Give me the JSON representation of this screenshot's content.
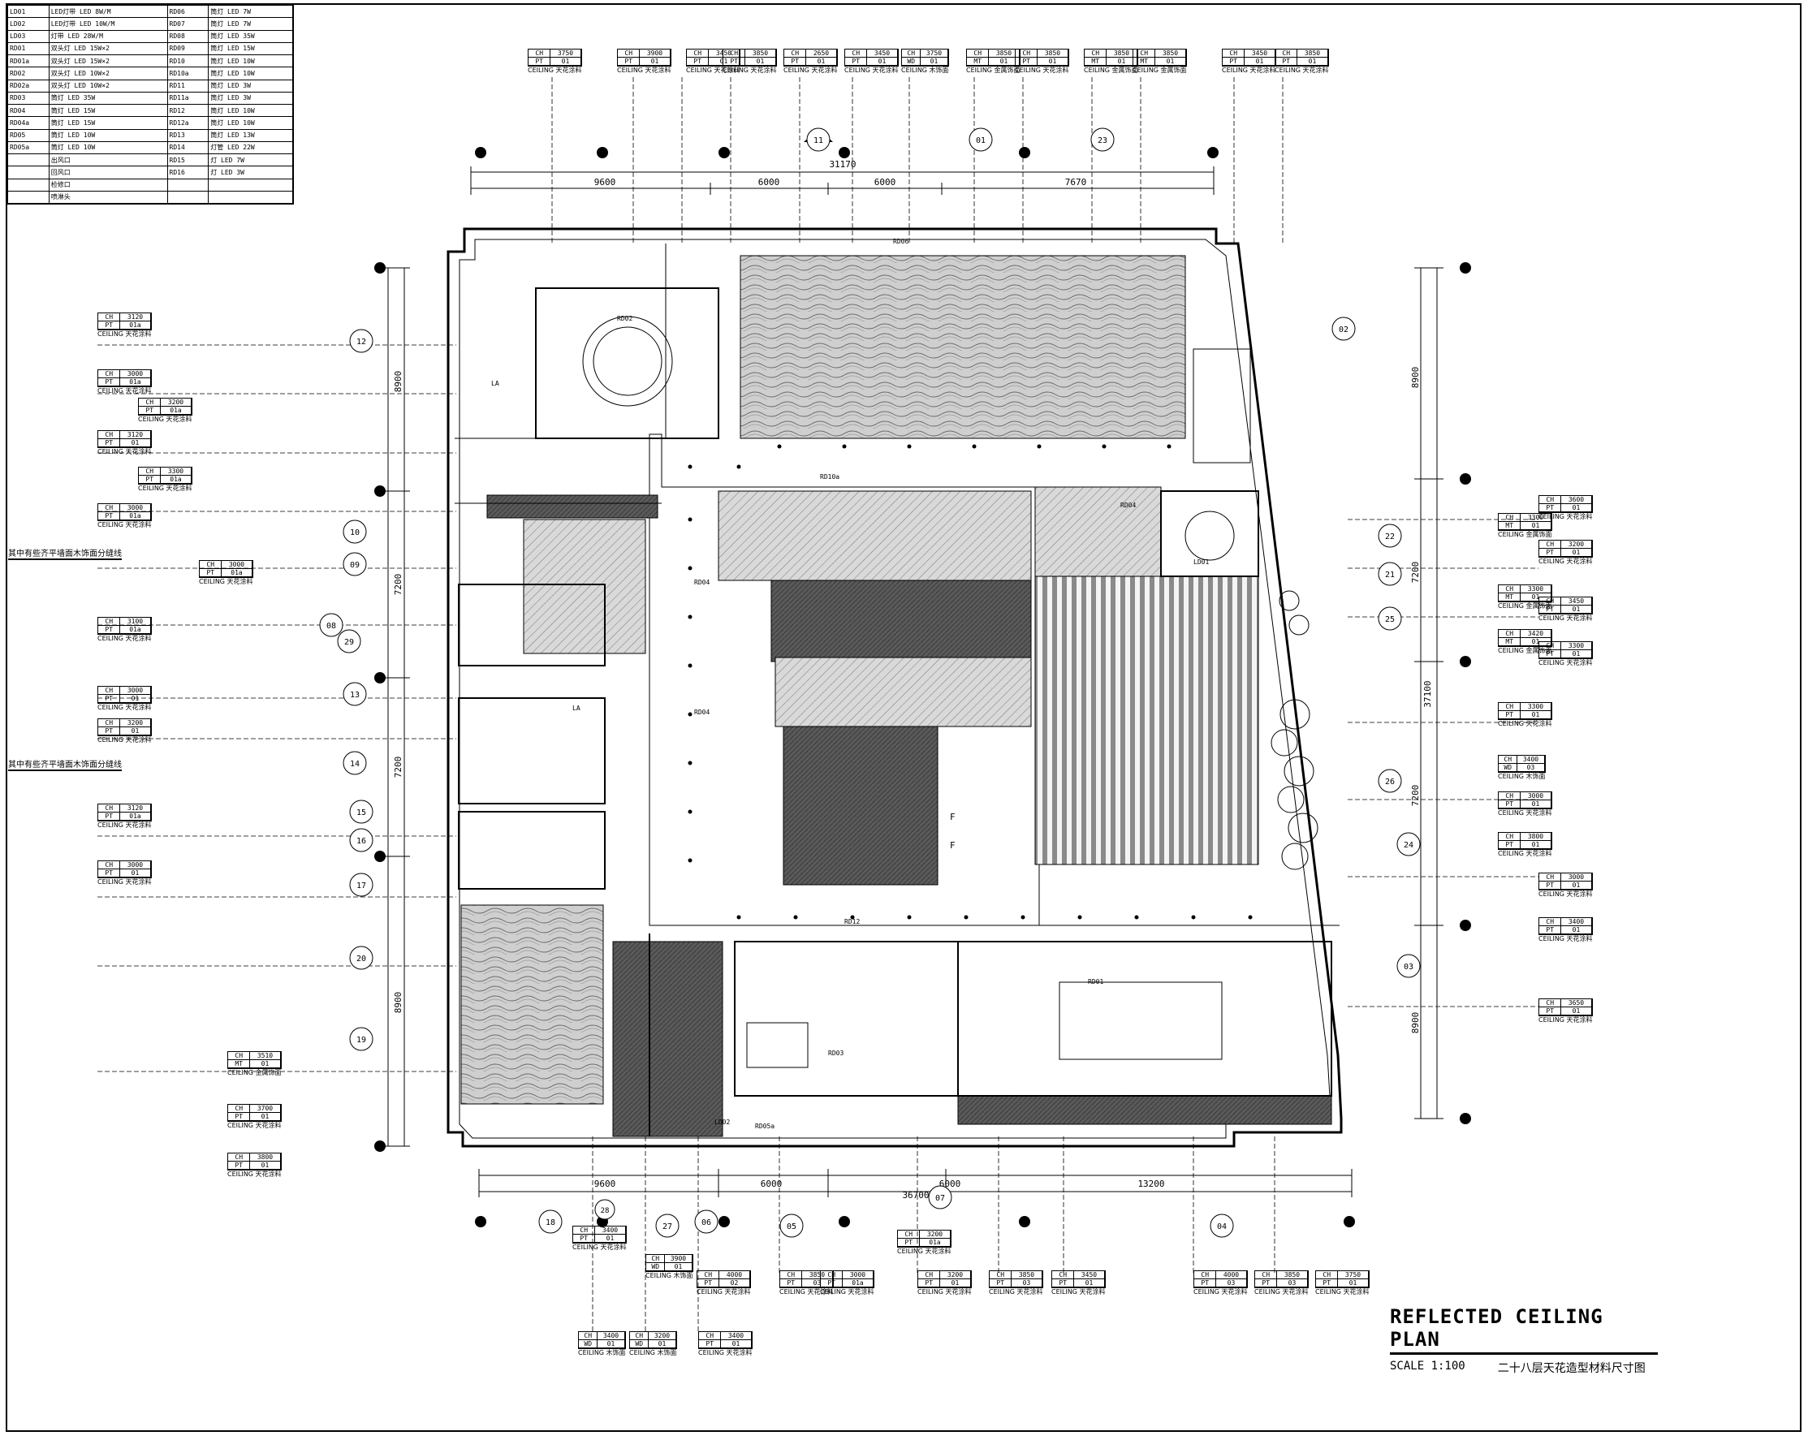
{
  "title": {
    "main": "REFLECTED CEILING PLAN",
    "scale": "SCALE 1:100",
    "subtitle_cn": "二十八层天花造型材料尺寸图"
  },
  "legend": [
    [
      "LD01",
      "LED灯带 LED 8W/M",
      "RD06",
      "筒灯 LED 7W"
    ],
    [
      "LD02",
      "LED灯带 LED 10W/M",
      "RD07",
      "筒灯 LED 7W"
    ],
    [
      "LD03",
      "灯带 LED 28W/M",
      "RD08",
      "筒灯 LED 35W"
    ],
    [
      "RD01",
      "双头灯 LED 15W×2",
      "RD09",
      "筒灯 LED 15W"
    ],
    [
      "RD01a",
      "双头灯 LED 15W×2",
      "RD10",
      "筒灯 LED 10W"
    ],
    [
      "RD02",
      "双头灯 LED 10W×2",
      "RD10a",
      "筒灯 LED 10W"
    ],
    [
      "RD02a",
      "双头灯 LED 10W×2",
      "RD11",
      "筒灯 LED 3W"
    ],
    [
      "RD03",
      "筒灯 LED 35W",
      "RD11a",
      "筒灯 LED 3W"
    ],
    [
      "RD04",
      "筒灯 LED 15W",
      "RD12",
      "筒灯 LED 10W"
    ],
    [
      "RD04a",
      "筒灯 LED 15W",
      "RD12a",
      "筒灯 LED 10W"
    ],
    [
      "RD05",
      "筒灯 LED 10W",
      "RD13",
      "筒灯 LED 13W"
    ],
    [
      "RD05a",
      "筒灯 LED 10W",
      "RD14",
      "灯管 LED 22W"
    ],
    [
      "",
      "出风口",
      "RD15",
      "灯 LED 7W"
    ],
    [
      "",
      "回风口",
      "RD16",
      "灯 LED 3W"
    ],
    [
      "",
      "检修口",
      "",
      ""
    ],
    [
      "",
      "喷淋头",
      "",
      ""
    ]
  ],
  "notes": {
    "note_a": "其中有些齐平墙面木饰面分缝线",
    "note_b": "其中有些齐平墙面木饰面分缝线"
  },
  "dimensions": {
    "top_total": "31170",
    "top_segments": [
      "9600",
      "6000",
      "6000",
      "7670"
    ],
    "bottom_total": "36700",
    "bottom_segments": [
      "9600",
      "6000",
      "6000",
      "13200"
    ],
    "right_total": "37100",
    "right_segments": [
      "8900",
      "7200",
      "7200",
      "8900"
    ],
    "left_segments": [
      "8900",
      "7200",
      "7200",
      "8900"
    ]
  },
  "section_markers": {
    "top": [
      "11",
      "01",
      "23"
    ],
    "bottom": [
      "18",
      "28",
      "27",
      "06",
      "05",
      "07",
      "04"
    ],
    "left": [
      "12",
      "10",
      "09",
      "08",
      "29",
      "13",
      "14",
      "15",
      "16",
      "17",
      "20",
      "19"
    ],
    "right": [
      "02",
      "22",
      "21",
      "25",
      "26",
      "24",
      "03"
    ]
  },
  "callouts_top": [
    {
      "ch": "CH",
      "h": "3750",
      "m": "PT",
      "n": "01",
      "lbl": "CEILING 天花涂料"
    },
    {
      "ch": "CH",
      "h": "3900",
      "m": "PT",
      "n": "01",
      "lbl": "CEILING 天花涂料"
    },
    {
      "ch": "CH",
      "h": "3450",
      "m": "PT",
      "n": "01",
      "lbl": "CEILING 天花涂料"
    },
    {
      "ch": "CH",
      "h": "3850",
      "m": "PT",
      "n": "01",
      "lbl": "CEILING 天花涂料"
    },
    {
      "ch": "CH",
      "h": "2650",
      "m": "PT",
      "n": "01",
      "lbl": "CEILING 天花涂料"
    },
    {
      "ch": "CH",
      "h": "3450",
      "m": "PT",
      "n": "01",
      "lbl": "CEILING 天花涂料"
    },
    {
      "ch": "CH",
      "h": "3750",
      "m": "WD",
      "n": "01",
      "lbl": "CEILING 木饰面"
    },
    {
      "ch": "CH",
      "h": "3850",
      "m": "MT",
      "n": "01",
      "lbl": "CEILING 金属饰面"
    },
    {
      "ch": "CH",
      "h": "3850",
      "m": "PT",
      "n": "01",
      "lbl": "CEILING 天花涂料"
    },
    {
      "ch": "CH",
      "h": "3850",
      "m": "MT",
      "n": "01",
      "lbl": "CEILING 金属饰面"
    },
    {
      "ch": "CH",
      "h": "3850",
      "m": "MT",
      "n": "01",
      "lbl": "CEILING 金属饰面"
    },
    {
      "ch": "CH",
      "h": "3450",
      "m": "PT",
      "n": "01",
      "lbl": "CEILING 天花涂料"
    },
    {
      "ch": "CH",
      "h": "3850",
      "m": "PT",
      "n": "01",
      "lbl": "CEILING 天花涂料"
    }
  ],
  "callouts_left": [
    {
      "ch": "CH",
      "h": "3120",
      "m": "PT",
      "n": "01a",
      "lbl": "CEILING 天花涂料"
    },
    {
      "ch": "CH",
      "h": "3000",
      "m": "PT",
      "n": "01a",
      "lbl": "CEILING 天花涂料"
    },
    {
      "ch": "CH",
      "h": "3200",
      "m": "PT",
      "n": "01a",
      "lbl": "CEILING 天花涂料"
    },
    {
      "ch": "CH",
      "h": "3120",
      "m": "PT",
      "n": "01",
      "lbl": "CEILING 天花涂料"
    },
    {
      "ch": "CH",
      "h": "3300",
      "m": "PT",
      "n": "01a",
      "lbl": "CEILING 天花涂料"
    },
    {
      "ch": "CH",
      "h": "3000",
      "m": "PT",
      "n": "01a",
      "lbl": "CEILING 天花涂料"
    },
    {
      "ch": "CH",
      "h": "3000",
      "m": "PT",
      "n": "01a",
      "lbl": "CEILING 天花涂料"
    },
    {
      "ch": "CH",
      "h": "3100",
      "m": "PT",
      "n": "01a",
      "lbl": "CEILING 天花涂料"
    },
    {
      "ch": "CH",
      "h": "3000",
      "m": "PT",
      "n": "01",
      "lbl": "CEILING 天花涂料"
    },
    {
      "ch": "CH",
      "h": "3200",
      "m": "PT",
      "n": "01",
      "lbl": "CEILING 天花涂料"
    },
    {
      "ch": "CH",
      "h": "3120",
      "m": "PT",
      "n": "01a",
      "lbl": "CEILING 天花涂料"
    },
    {
      "ch": "CH",
      "h": "3000",
      "m": "PT",
      "n": "01",
      "lbl": "CEILING 天花涂料"
    },
    {
      "ch": "CH",
      "h": "3510",
      "m": "MT",
      "n": "01",
      "lbl": "CEILING 金属饰面"
    },
    {
      "ch": "CH",
      "h": "3700",
      "m": "PT",
      "n": "01",
      "lbl": "CEILING 天花涂料"
    },
    {
      "ch": "CH",
      "h": "3800",
      "m": "PT",
      "n": "01",
      "lbl": "CEILING 天花涂料"
    }
  ],
  "callouts_right": [
    {
      "ch": "CH",
      "h": "3600",
      "m": "PT",
      "n": "01",
      "lbl": "CEILING 天花涂料"
    },
    {
      "ch": "CH",
      "h": "3300",
      "m": "MT",
      "n": "01",
      "lbl": "CEILING 金属饰面"
    },
    {
      "ch": "CH",
      "h": "3200",
      "m": "PT",
      "n": "01",
      "lbl": "CEILING 天花涂料"
    },
    {
      "ch": "CH",
      "h": "3300",
      "m": "MT",
      "n": "01",
      "lbl": "CEILING 金属饰面"
    },
    {
      "ch": "CH",
      "h": "3450",
      "m": "PT",
      "n": "01",
      "lbl": "CEILING 天花涂料"
    },
    {
      "ch": "CH",
      "h": "3420",
      "m": "MT",
      "n": "01",
      "lbl": "CEILING 金属饰面"
    },
    {
      "ch": "CH",
      "h": "3300",
      "m": "PT",
      "n": "01",
      "lbl": "CEILING 天花涂料"
    },
    {
      "ch": "CH",
      "h": "3300",
      "m": "PT",
      "n": "01",
      "lbl": "CEILING 天花涂料"
    },
    {
      "ch": "CH",
      "h": "3400",
      "m": "WD",
      "n": "03",
      "lbl": "CEILING 木饰面"
    },
    {
      "ch": "CH",
      "h": "3000",
      "m": "PT",
      "n": "01",
      "lbl": "CEILING 天花涂料"
    },
    {
      "ch": "CH",
      "h": "3800",
      "m": "PT",
      "n": "01",
      "lbl": "CEILING 天花涂料"
    },
    {
      "ch": "CH",
      "h": "3000",
      "m": "PT",
      "n": "01",
      "lbl": "CEILING 天花涂料"
    },
    {
      "ch": "CH",
      "h": "3400",
      "m": "PT",
      "n": "01",
      "lbl": "CEILING 天花涂料"
    },
    {
      "ch": "CH",
      "h": "3650",
      "m": "PT",
      "n": "01",
      "lbl": "CEILING 天花涂料"
    }
  ],
  "callouts_bottom": [
    {
      "ch": "CH",
      "h": "3400",
      "m": "PT",
      "n": "01",
      "lbl": "CEILING 天花涂料"
    },
    {
      "ch": "CH",
      "h": "3900",
      "m": "WD",
      "n": "01",
      "lbl": "CEILING 木饰面"
    },
    {
      "ch": "CH",
      "h": "4000",
      "m": "PT",
      "n": "02",
      "lbl": "CEILING 天花涂料"
    },
    {
      "ch": "CH",
      "h": "3850",
      "m": "PT",
      "n": "03",
      "lbl": "CEILING 天花涂料"
    },
    {
      "ch": "CH",
      "h": "3000",
      "m": "PT",
      "n": "01a",
      "lbl": "CEILING 天花涂料"
    },
    {
      "ch": "CH",
      "h": "3200",
      "m": "PT",
      "n": "01",
      "lbl": "CEILING 天花涂料"
    },
    {
      "ch": "CH",
      "h": "3200",
      "m": "PT",
      "n": "01a",
      "lbl": "CEILING 天花涂料"
    },
    {
      "ch": "CH",
      "h": "3850",
      "m": "PT",
      "n": "03",
      "lbl": "CEILING 天花涂料"
    },
    {
      "ch": "CH",
      "h": "3450",
      "m": "PT",
      "n": "01",
      "lbl": "CEILING 天花涂料"
    },
    {
      "ch": "CH",
      "h": "4000",
      "m": "PT",
      "n": "03",
      "lbl": "CEILING 天花涂料"
    },
    {
      "ch": "CH",
      "h": "3850",
      "m": "PT",
      "n": "03",
      "lbl": "CEILING 天花涂料"
    },
    {
      "ch": "CH",
      "h": "3750",
      "m": "PT",
      "n": "01",
      "lbl": "CEILING 天花涂料"
    },
    {
      "ch": "CH",
      "h": "3400",
      "m": "WD",
      "n": "01",
      "lbl": "CEILING 木饰面"
    },
    {
      "ch": "CH",
      "h": "3200",
      "m": "WD",
      "n": "01",
      "lbl": "CEILING 木饰面"
    },
    {
      "ch": "CH",
      "h": "3400",
      "m": "PT",
      "n": "01",
      "lbl": "CEILING 天花涂料"
    }
  ],
  "room_labels": [
    "RD04",
    "RD01",
    "RD05a",
    "RD10a",
    "RD02",
    "LD01",
    "LD02",
    "RD03",
    "RD12",
    "RD06",
    "F",
    "LA"
  ]
}
